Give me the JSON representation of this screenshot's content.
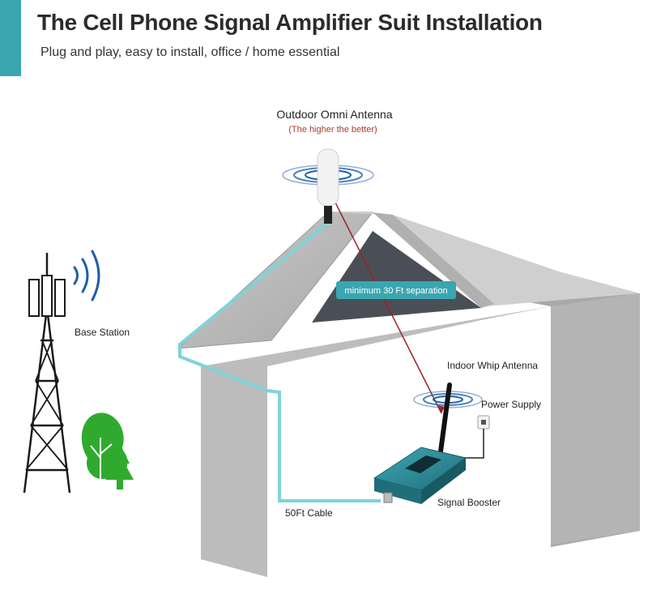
{
  "header": {
    "title": "The Cell Phone Signal Amplifier Suit Installation",
    "subtitle": "Plug and play, easy to install, office / home essential"
  },
  "labels": {
    "outdoor_antenna": "Outdoor Omni Antenna",
    "outdoor_note": "(The higher the better)",
    "base_station": "Base Station",
    "separation": "minimum 30 Ft separation",
    "indoor_antenna": "Indoor Whip Antenna",
    "power_supply": "Power Supply",
    "signal_booster": "Signal Booster",
    "cable": "50Ft Cable"
  },
  "colors": {
    "accent": "#3aa6b0",
    "cable": "#7fd3d8",
    "separation_line": "#a12020",
    "house_wall": "#b9b9b9",
    "booster": "#2e8e9c",
    "tree": "#2faa2f",
    "signal_waves": "#1f5fa8"
  }
}
